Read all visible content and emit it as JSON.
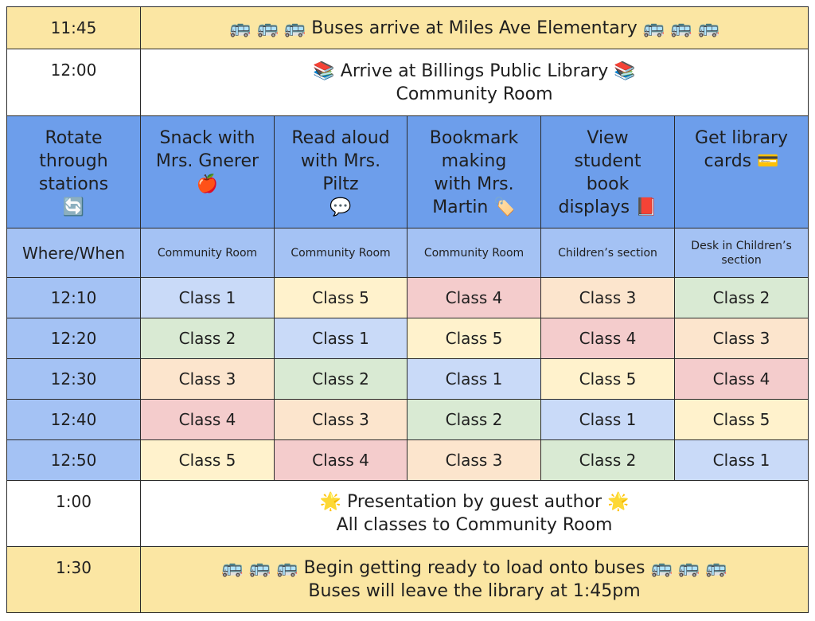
{
  "rows": {
    "arrive_buses": {
      "time": "11:45",
      "icons": "🚌 🚌 🚌",
      "text": "Buses arrive at Miles Ave Elementary",
      "icons_after": "🚌 🚌 🚌"
    },
    "arrive_library": {
      "time": "12:00",
      "line1_icon": "📚",
      "line1": "Arrive at Billings Public Library",
      "line1_icon_after": "📚",
      "line2": "Community Room"
    },
    "presentation": {
      "time": "1:00",
      "line1_icon": "🌟",
      "line1": "Presentation by guest author",
      "line1_icon_after": "🌟",
      "line2": "All classes to Community Room"
    },
    "depart": {
      "time": "1:30",
      "icons": "🚌 🚌 🚌",
      "line1": "Begin getting ready to load onto buses",
      "icons_after": "🚌 🚌 🚌",
      "line2": "Buses will leave the library at 1:45pm"
    }
  },
  "stations_header": {
    "rotate_line1": "Rotate",
    "rotate_line2": "through",
    "rotate_line3": "stations",
    "rotate_icon": "🔄",
    "where_when": "Where/When"
  },
  "stations": [
    {
      "lines": [
        "Snack with",
        "Mrs. Gnerer"
      ],
      "icon": "🍎",
      "location": "Community Room"
    },
    {
      "lines": [
        "Read aloud",
        "with Mrs.",
        "Piltz"
      ],
      "icon": "💬",
      "location": "Community Room"
    },
    {
      "lines": [
        "Bookmark",
        "making",
        "with Mrs.",
        "Martin"
      ],
      "icon": "🏷️",
      "location": "Community Room"
    },
    {
      "lines": [
        "View",
        "student",
        "book",
        "displays"
      ],
      "icon": "📕",
      "location": "Children’s section"
    },
    {
      "lines": [
        "Get library",
        "cards"
      ],
      "icon": "💳",
      "location": "Desk in Children’s section"
    }
  ],
  "rotation": [
    {
      "time": "12:10",
      "classes": [
        "Class 1",
        "Class 5",
        "Class 4",
        "Class 3",
        "Class 2"
      ]
    },
    {
      "time": "12:20",
      "classes": [
        "Class 2",
        "Class 1",
        "Class 5",
        "Class 4",
        "Class 3"
      ]
    },
    {
      "time": "12:30",
      "classes": [
        "Class 3",
        "Class 2",
        "Class 1",
        "Class 5",
        "Class 4"
      ]
    },
    {
      "time": "12:40",
      "classes": [
        "Class 4",
        "Class 3",
        "Class 2",
        "Class 1",
        "Class 5"
      ]
    },
    {
      "time": "12:50",
      "classes": [
        "Class 5",
        "Class 4",
        "Class 3",
        "Class 2",
        "Class 1"
      ]
    }
  ],
  "class_colors": {
    "Class 1": "#c9daf8",
    "Class 2": "#d9ead3",
    "Class 3": "#fce5cd",
    "Class 4": "#f4cccc",
    "Class 5": "#fff2cc"
  }
}
